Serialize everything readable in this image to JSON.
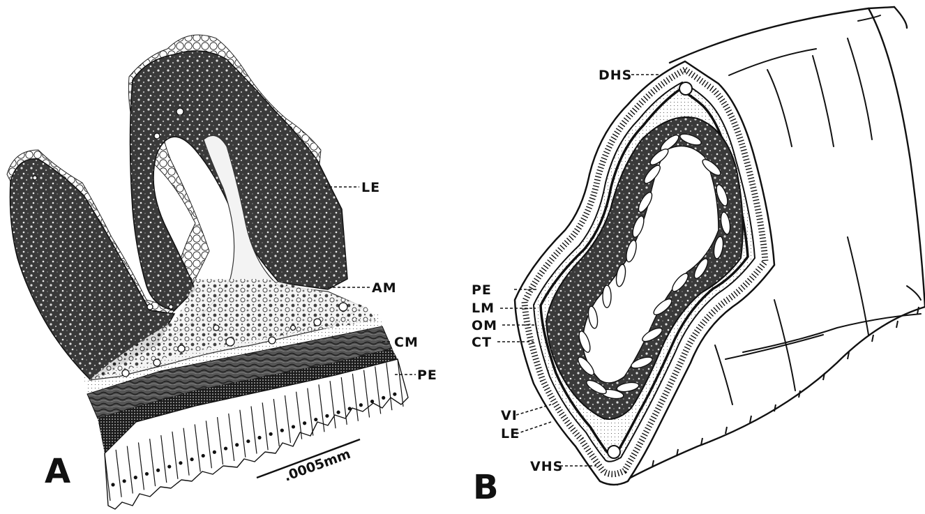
{
  "panel_a": {
    "letter": "A",
    "labels": {
      "le": "LE",
      "am": "AM",
      "cm": "CM",
      "pe": "PE"
    },
    "scale_bar": ".0005mm"
  },
  "panel_b": {
    "letter": "B",
    "labels": {
      "dhs": "DHS",
      "pe": "PE",
      "lm": "LM",
      "om": "OM",
      "ct": "CT",
      "vi": "VI",
      "le": "LE",
      "vhs": "VHS"
    }
  }
}
